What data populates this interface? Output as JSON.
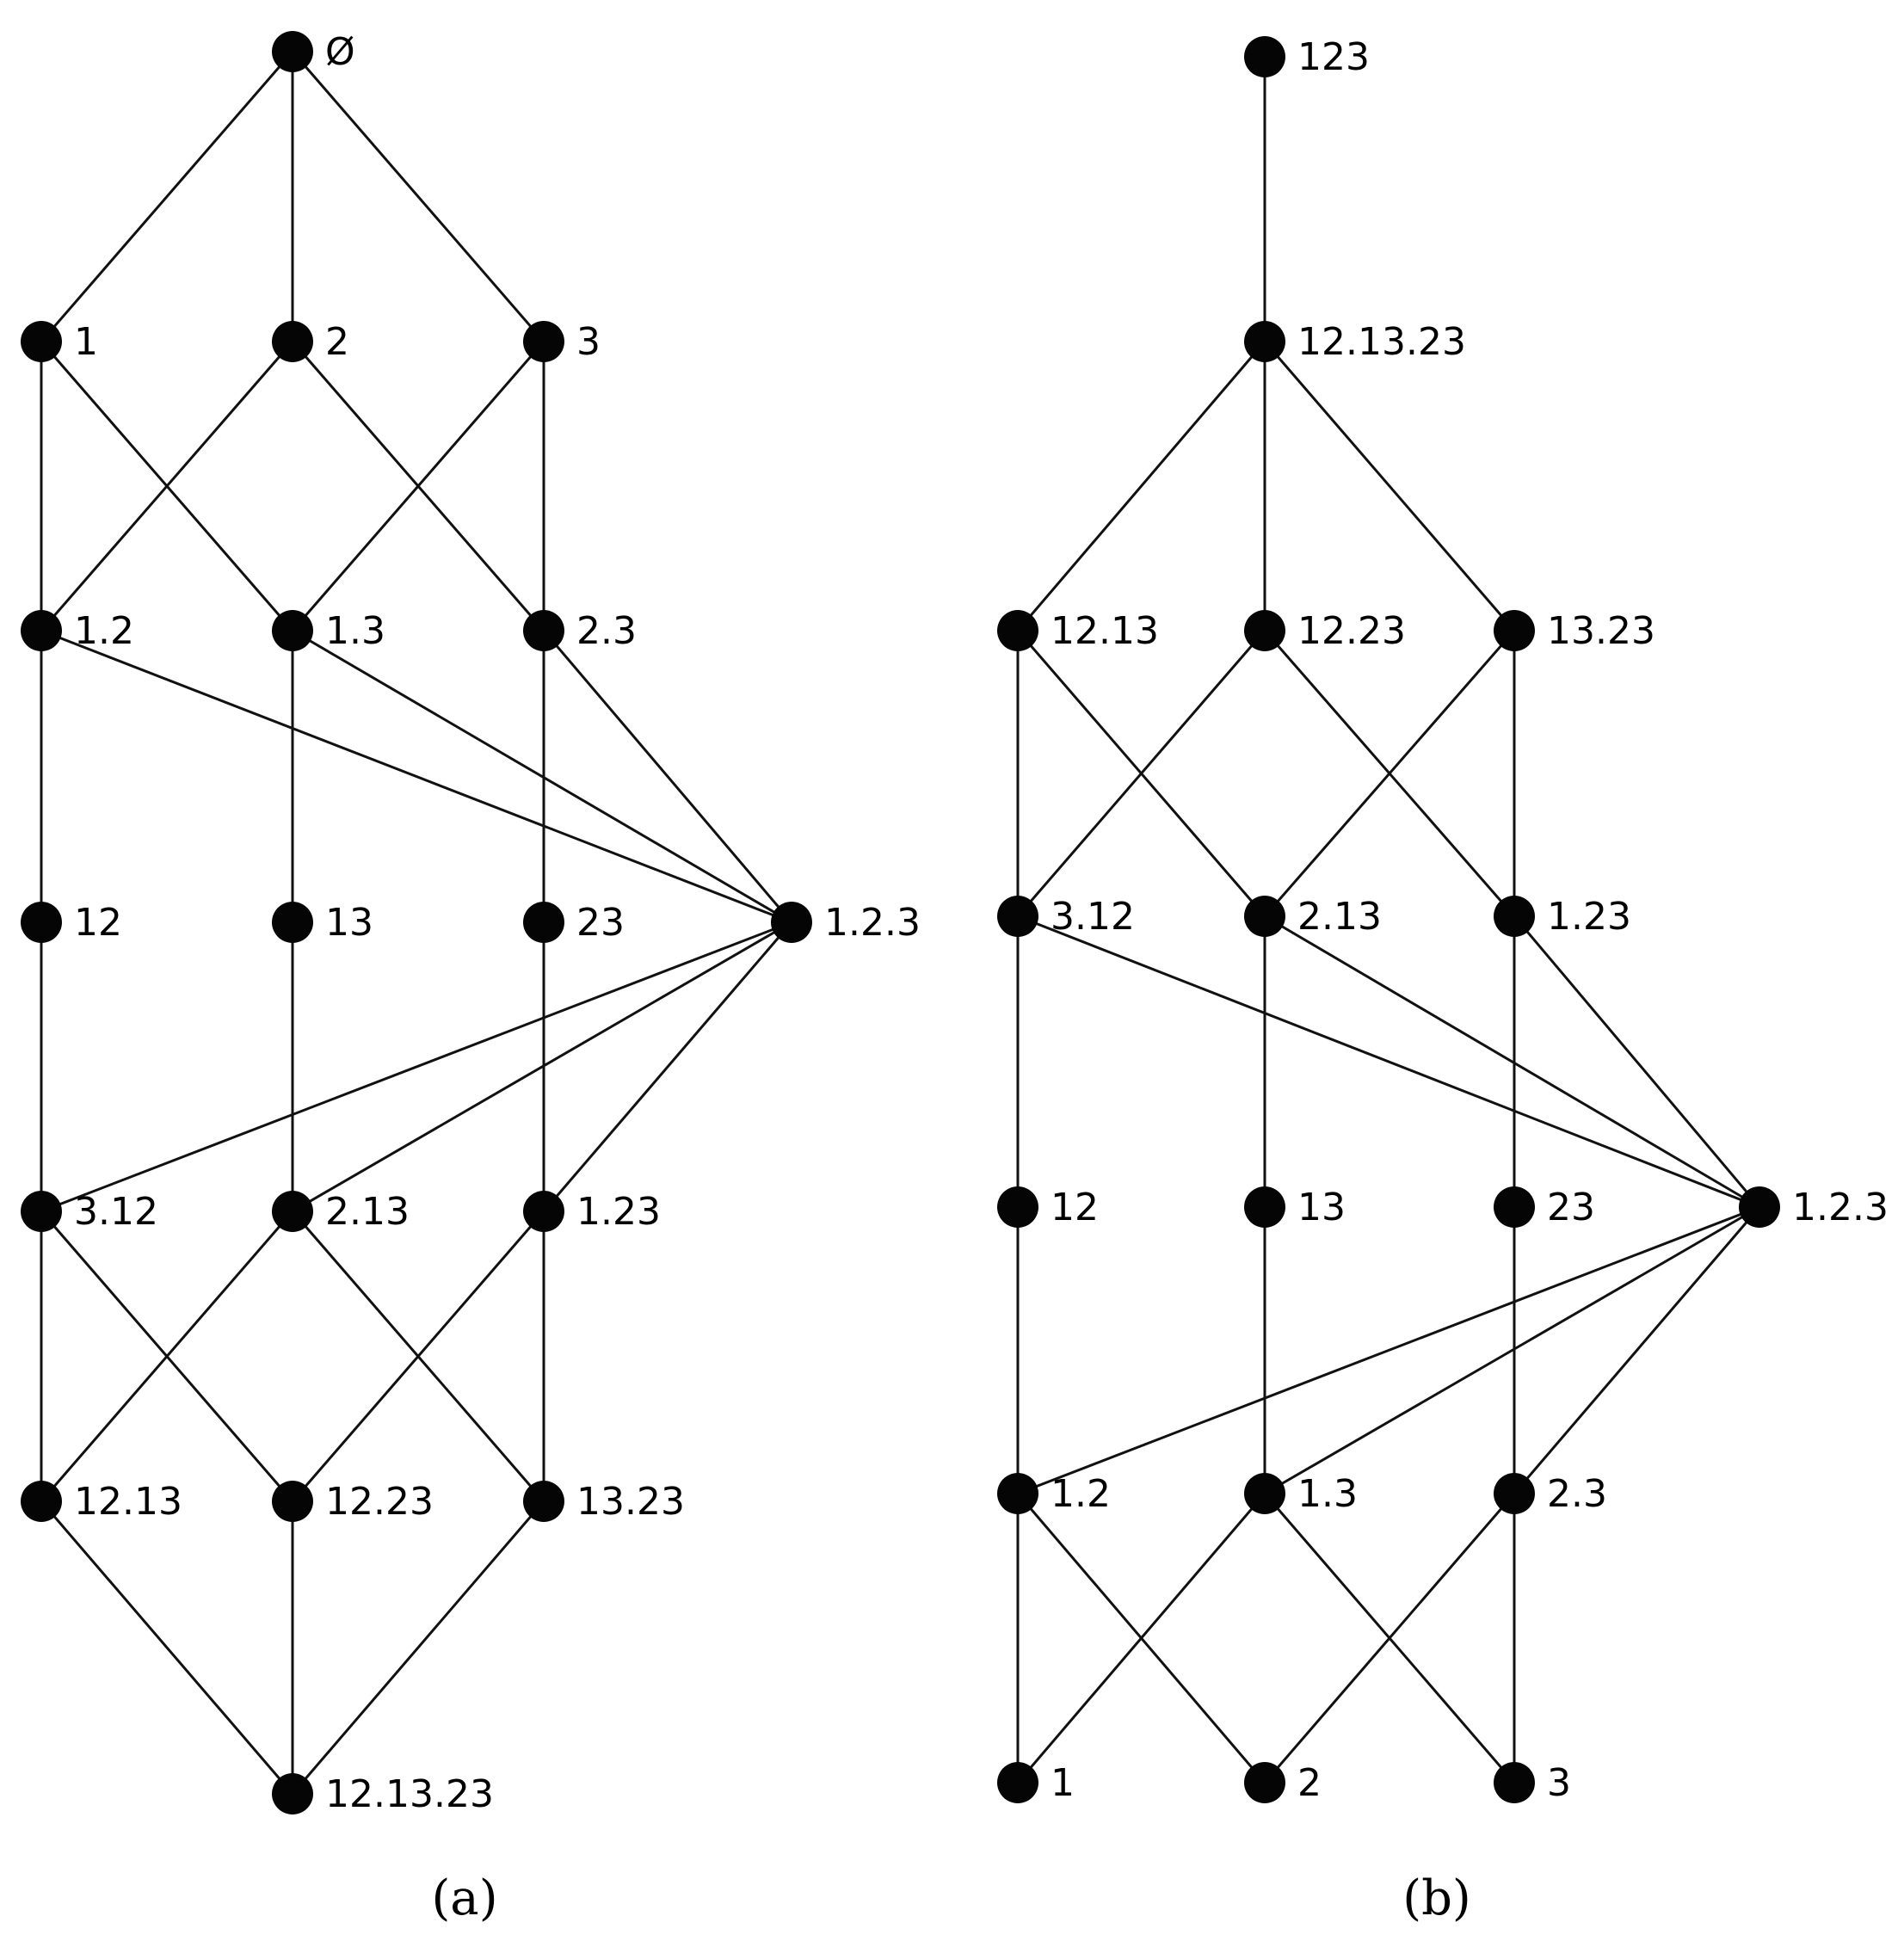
{
  "diagrams": [
    {
      "id": "a",
      "caption": "(a)",
      "nodes": [
        {
          "id": "empty",
          "label": "Ø"
        },
        {
          "id": "1",
          "label": "1"
        },
        {
          "id": "2",
          "label": "2"
        },
        {
          "id": "3",
          "label": "3"
        },
        {
          "id": "1.2",
          "label": "1.2"
        },
        {
          "id": "1.3",
          "label": "1.3"
        },
        {
          "id": "2.3",
          "label": "2.3"
        },
        {
          "id": "12",
          "label": "12"
        },
        {
          "id": "13",
          "label": "13"
        },
        {
          "id": "23",
          "label": "23"
        },
        {
          "id": "1.2.3",
          "label": "1.2.3"
        },
        {
          "id": "3.12",
          "label": "3.12"
        },
        {
          "id": "2.13",
          "label": "2.13"
        },
        {
          "id": "1.23",
          "label": "1.23"
        },
        {
          "id": "12.13",
          "label": "12.13"
        },
        {
          "id": "12.23",
          "label": "12.23"
        },
        {
          "id": "13.23",
          "label": "13.23"
        },
        {
          "id": "12.13.23",
          "label": "12.13.23"
        }
      ],
      "edges": [
        [
          "empty",
          "1"
        ],
        [
          "empty",
          "2"
        ],
        [
          "empty",
          "3"
        ],
        [
          "1",
          "1.2"
        ],
        [
          "1",
          "1.3"
        ],
        [
          "2",
          "1.2"
        ],
        [
          "2",
          "2.3"
        ],
        [
          "3",
          "1.3"
        ],
        [
          "3",
          "2.3"
        ],
        [
          "1.2",
          "12"
        ],
        [
          "1.3",
          "13"
        ],
        [
          "2.3",
          "23"
        ],
        [
          "1.2",
          "1.2.3"
        ],
        [
          "1.3",
          "1.2.3"
        ],
        [
          "2.3",
          "1.2.3"
        ],
        [
          "12",
          "3.12"
        ],
        [
          "13",
          "2.13"
        ],
        [
          "23",
          "1.23"
        ],
        [
          "1.2.3",
          "3.12"
        ],
        [
          "1.2.3",
          "2.13"
        ],
        [
          "1.2.3",
          "1.23"
        ],
        [
          "3.12",
          "12.13"
        ],
        [
          "3.12",
          "12.23"
        ],
        [
          "2.13",
          "12.13"
        ],
        [
          "2.13",
          "13.23"
        ],
        [
          "1.23",
          "12.23"
        ],
        [
          "1.23",
          "13.23"
        ],
        [
          "12.13",
          "12.13.23"
        ],
        [
          "12.23",
          "12.13.23"
        ],
        [
          "13.23",
          "12.13.23"
        ]
      ]
    },
    {
      "id": "b",
      "caption": "(b)",
      "nodes": [
        {
          "id": "123",
          "label": "123"
        },
        {
          "id": "12.13.23",
          "label": "12.13.23"
        },
        {
          "id": "12.13",
          "label": "12.13"
        },
        {
          "id": "12.23",
          "label": "12.23"
        },
        {
          "id": "13.23",
          "label": "13.23"
        },
        {
          "id": "3.12",
          "label": "3.12"
        },
        {
          "id": "2.13",
          "label": "2.13"
        },
        {
          "id": "1.23",
          "label": "1.23"
        },
        {
          "id": "12",
          "label": "12"
        },
        {
          "id": "13",
          "label": "13"
        },
        {
          "id": "23",
          "label": "23"
        },
        {
          "id": "1.2.3",
          "label": "1.2.3"
        },
        {
          "id": "1.2",
          "label": "1.2"
        },
        {
          "id": "1.3",
          "label": "1.3"
        },
        {
          "id": "2.3",
          "label": "2.3"
        },
        {
          "id": "1",
          "label": "1"
        },
        {
          "id": "2",
          "label": "2"
        },
        {
          "id": "3",
          "label": "3"
        }
      ],
      "edges": [
        [
          "123",
          "12.13.23"
        ],
        [
          "12.13.23",
          "12.13"
        ],
        [
          "12.13.23",
          "12.23"
        ],
        [
          "12.13.23",
          "13.23"
        ],
        [
          "12.13",
          "3.12"
        ],
        [
          "12.13",
          "2.13"
        ],
        [
          "12.23",
          "3.12"
        ],
        [
          "12.23",
          "1.23"
        ],
        [
          "13.23",
          "2.13"
        ],
        [
          "13.23",
          "1.23"
        ],
        [
          "3.12",
          "12"
        ],
        [
          "2.13",
          "13"
        ],
        [
          "1.23",
          "23"
        ],
        [
          "3.12",
          "1.2.3"
        ],
        [
          "2.13",
          "1.2.3"
        ],
        [
          "1.23",
          "1.2.3"
        ],
        [
          "12",
          "1.2"
        ],
        [
          "13",
          "1.3"
        ],
        [
          "23",
          "2.3"
        ],
        [
          "1.2.3",
          "1.2"
        ],
        [
          "1.2.3",
          "1.3"
        ],
        [
          "1.2.3",
          "2.3"
        ],
        [
          "1.2",
          "1"
        ],
        [
          "1.2",
          "2"
        ],
        [
          "1.3",
          "1"
        ],
        [
          "1.3",
          "3"
        ],
        [
          "2.3",
          "2"
        ],
        [
          "2.3",
          "3"
        ]
      ]
    }
  ]
}
